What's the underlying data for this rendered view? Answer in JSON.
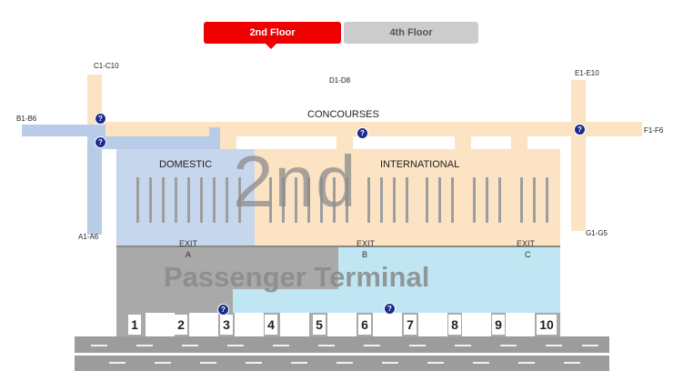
{
  "floor_tabs": [
    {
      "label": "2nd Floor",
      "active": true
    },
    {
      "label": "4th Floor",
      "active": false
    }
  ],
  "map": {
    "labels": {
      "c": "C1-C10",
      "d": "D1-D8",
      "e": "E1-E10",
      "b": "B1-B6",
      "f": "F1-F6",
      "a": "A1-A6",
      "g": "G1-G5"
    },
    "concourses": "CONCOURSES",
    "domestic": "DOMESTIC",
    "international": "INTERNATIONAL",
    "floor_watermark": "2nd",
    "terminal_watermark": "Passenger Terminal",
    "exits": [
      {
        "label": "EXIT",
        "letter": "A"
      },
      {
        "label": "EXIT",
        "letter": "B"
      },
      {
        "label": "EXIT",
        "letter": "C"
      }
    ],
    "gates": [
      "1",
      "2",
      "3",
      "4",
      "5",
      "6",
      "7",
      "8",
      "9",
      "10"
    ],
    "info_icon": "question-mark-icon",
    "colors": {
      "active_tab": "#ee0000",
      "inactive_tab": "#cccccc",
      "concourse": "#fbe3c4",
      "domestic": "#b8cce8",
      "international_lower": "#bfe6f2",
      "terminal_gray": "#a9a9a9",
      "info_icon": "#1a2d8c"
    }
  }
}
